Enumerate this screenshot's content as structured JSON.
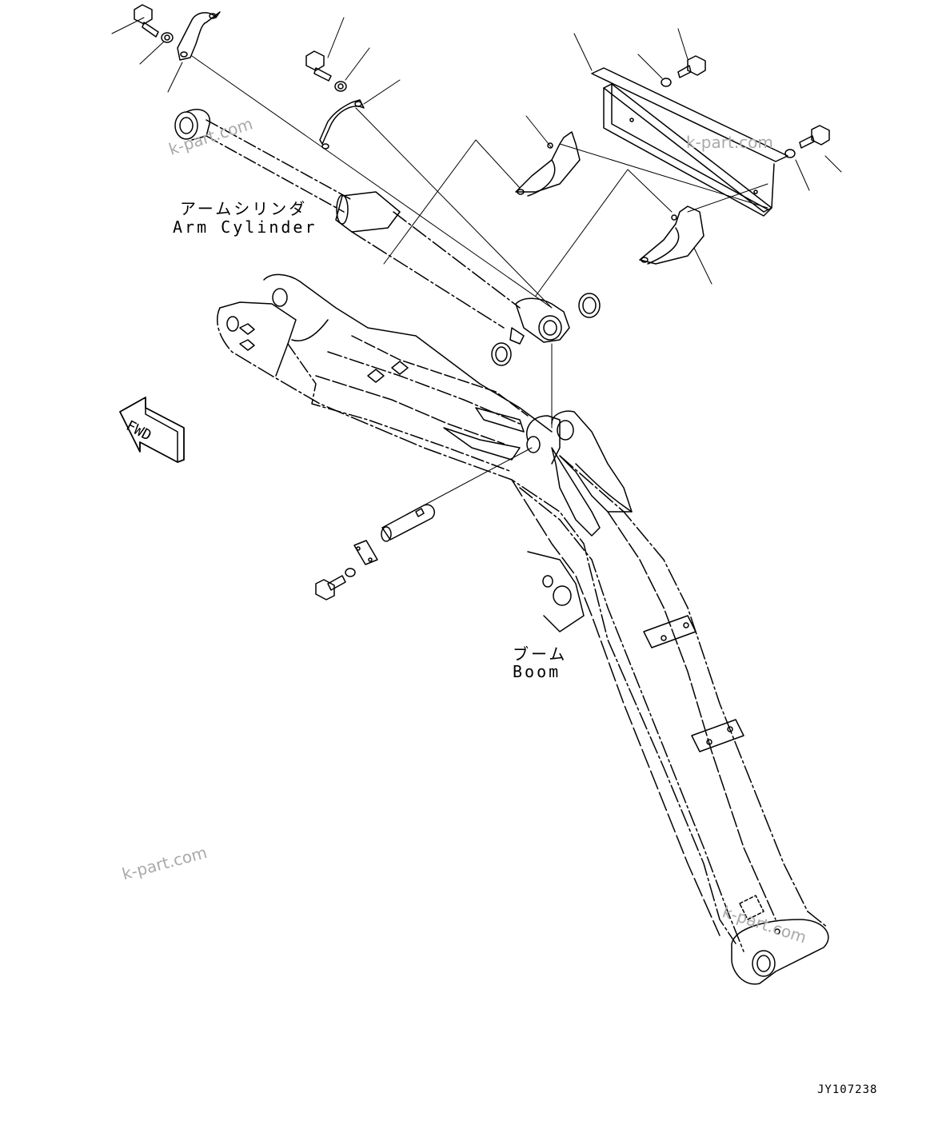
{
  "labels": {
    "arm_cylinder_jp": "アームシリンダ",
    "arm_cylinder_en": "Arm Cylinder",
    "boom_jp": "ブーム",
    "boom_en": "Boom",
    "fwd": "FWD"
  },
  "watermarks": [
    "k-part.com",
    "k-part.com",
    "k-part.com",
    "k-part.com"
  ],
  "drawing_code": "JY107238"
}
